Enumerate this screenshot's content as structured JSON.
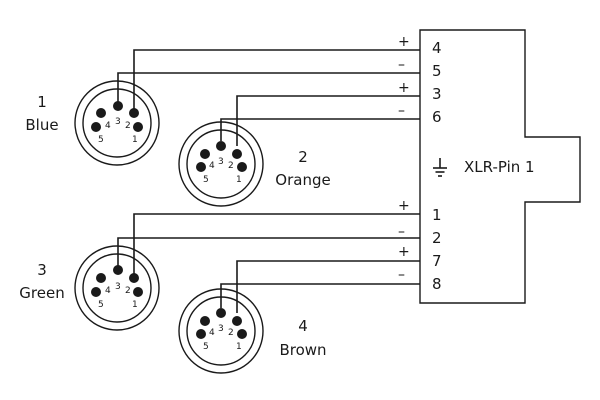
{
  "connectors": [
    {
      "number": "1",
      "color": "Blue",
      "pins": [
        "1",
        "2",
        "3",
        "4",
        "5"
      ],
      "wires": [
        {
          "pin": "2",
          "terminal": "4",
          "sign": "+"
        },
        {
          "pin": "3",
          "terminal": "5",
          "sign": "–"
        }
      ]
    },
    {
      "number": "2",
      "color": "Orange",
      "pins": [
        "1",
        "2",
        "3",
        "4",
        "5"
      ],
      "wires": [
        {
          "pin": "2",
          "terminal": "3",
          "sign": "+"
        },
        {
          "pin": "3",
          "terminal": "6",
          "sign": "–"
        }
      ]
    },
    {
      "number": "3",
      "color": "Green",
      "pins": [
        "1",
        "2",
        "3",
        "4",
        "5"
      ],
      "wires": [
        {
          "pin": "2",
          "terminal": "1",
          "sign": "+"
        },
        {
          "pin": "3",
          "terminal": "2",
          "sign": "–"
        }
      ]
    },
    {
      "number": "4",
      "color": "Brown",
      "pins": [
        "1",
        "2",
        "3",
        "4",
        "5"
      ],
      "wires": [
        {
          "pin": "2",
          "terminal": "7",
          "sign": "+"
        },
        {
          "pin": "3",
          "terminal": "8",
          "sign": "–"
        }
      ]
    }
  ],
  "xlr": {
    "label": "XLR-Pin 1",
    "ground_icon": "ground-icon",
    "terminals": [
      "4",
      "5",
      "3",
      "6",
      "1",
      "2",
      "7",
      "8"
    ],
    "signs": [
      "+",
      "–",
      "+",
      "–",
      "+",
      "–",
      "+",
      "–"
    ]
  }
}
